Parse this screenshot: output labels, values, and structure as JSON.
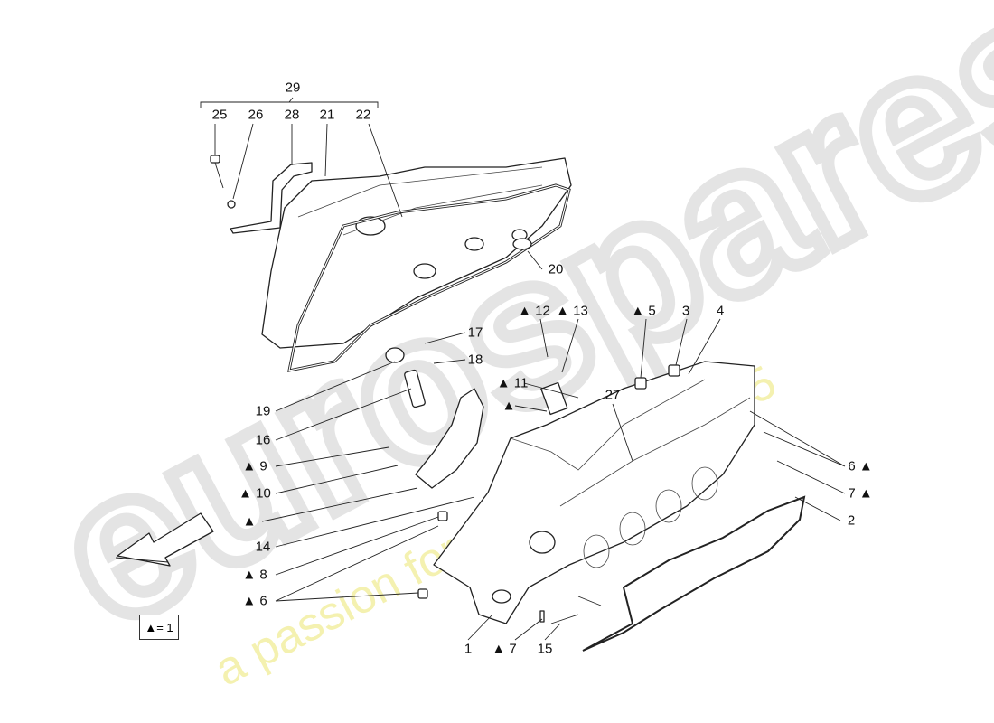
{
  "watermark": {
    "brand": "eurospares",
    "tagline": "a passion for parts since 1985"
  },
  "legend": {
    "text": "▲= 1"
  },
  "callouts": {
    "c29": "29",
    "c25": "25",
    "c26": "26",
    "c28": "28",
    "c21": "21",
    "c22": "22",
    "c20": "20",
    "c17": "17",
    "c18": "18",
    "c12": "▲ 12",
    "c13": "▲ 13",
    "c5": "▲ 5",
    "c3": "3",
    "c4": "4",
    "c11": "▲ 11",
    "c11b": "▲",
    "c27": "27",
    "c19": "19",
    "c16": "16",
    "c9": "▲ 9",
    "c10": "▲ 10",
    "c10b": "▲",
    "c14": "14",
    "c8": "▲ 8",
    "c6l": "▲ 6",
    "c6r": "6 ▲",
    "c7r": "7 ▲",
    "c2": "2",
    "c1": "1",
    "c7b": "▲ 7",
    "c15": "15"
  },
  "colors": {
    "watermark_grey": "#e6e6e6",
    "watermark_yellow": "#f3f0a8",
    "line": "#222222"
  }
}
